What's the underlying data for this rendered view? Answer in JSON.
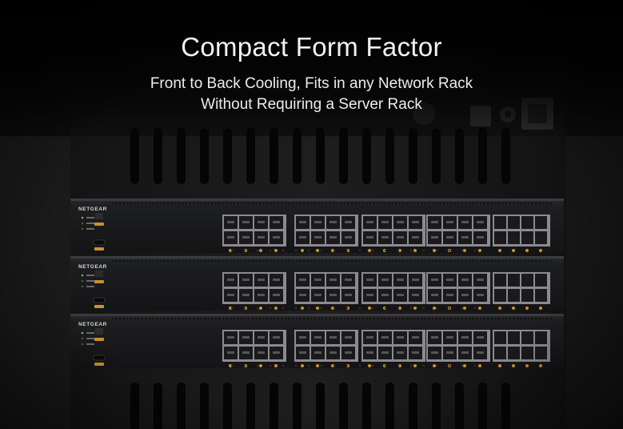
{
  "headline": {
    "title": "Compact Form Factor",
    "line1": "Front to Back Cooling, Fits in any Network Rack",
    "line2": "Without Requiring a Server Rack"
  },
  "product": {
    "brand": "NETGEAR",
    "units_shown": 3
  },
  "colors": {
    "background": "#0a0a0a",
    "switch_face": "#1b1c1e",
    "port_led": "#c8932e",
    "text": "#f2f2f2"
  }
}
